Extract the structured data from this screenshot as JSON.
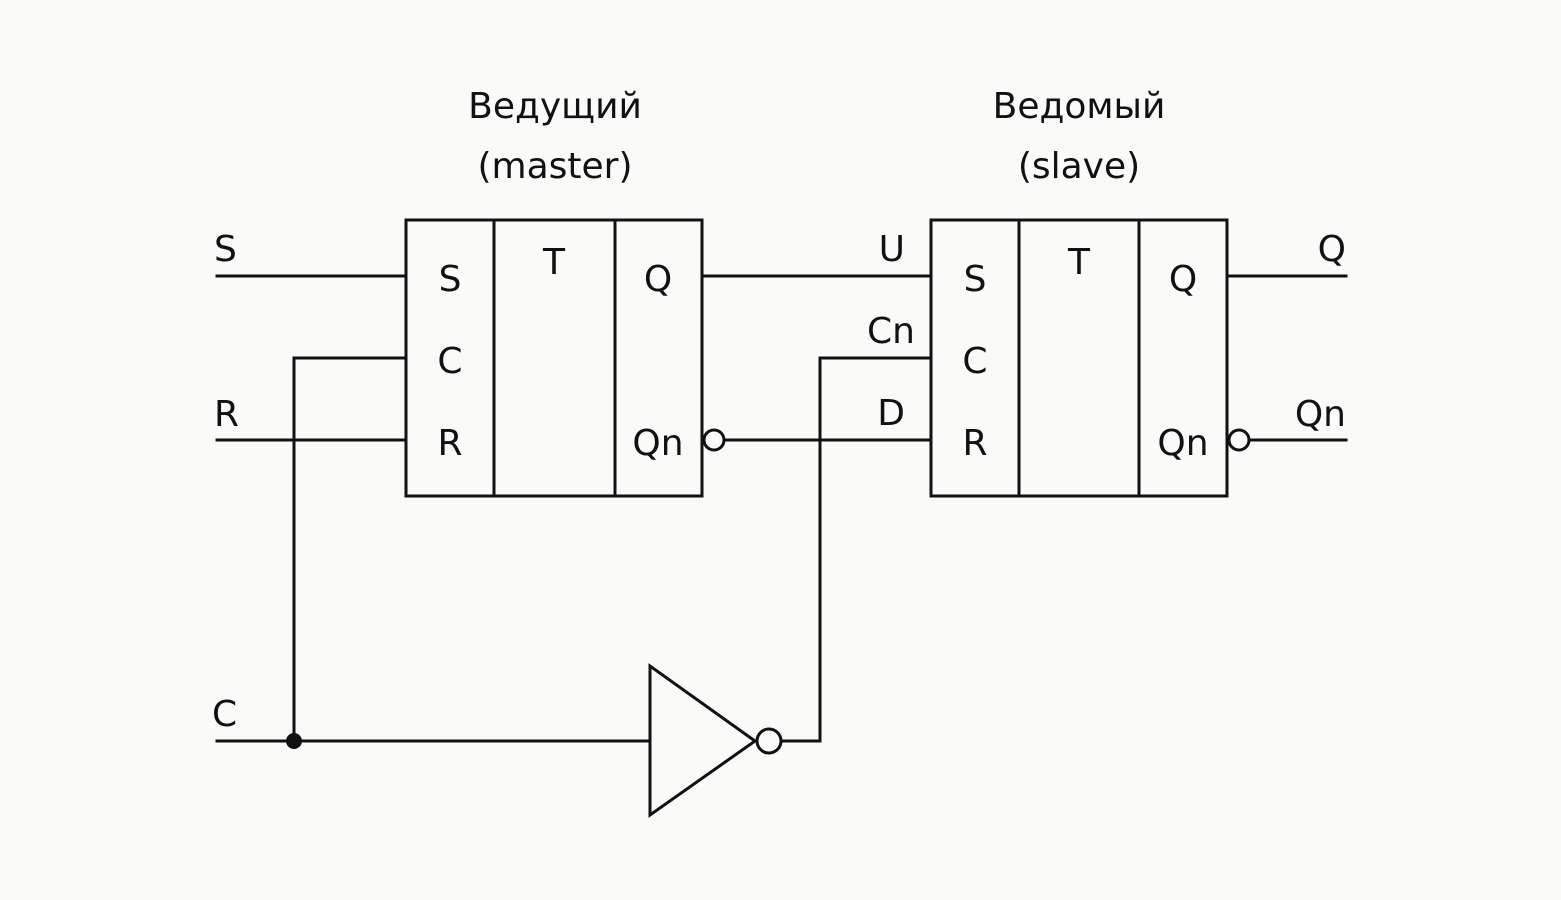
{
  "master": {
    "title": "Ведущий",
    "subtitle": "(master)",
    "pins_in": [
      "S",
      "C",
      "R"
    ],
    "type": "T",
    "pins_out": [
      "Q",
      "Qn"
    ]
  },
  "slave": {
    "title": "Ведомый",
    "subtitle": "(slave)",
    "pins_in": [
      "S",
      "C",
      "R"
    ],
    "type": "T",
    "pins_out": [
      "Q",
      "Qn"
    ]
  },
  "inputs": {
    "s": "S",
    "r": "R",
    "c": "C"
  },
  "outputs": {
    "q": "Q",
    "qn": "Qn"
  },
  "nets": {
    "u": "U",
    "cn": "Cn",
    "d": "D"
  }
}
